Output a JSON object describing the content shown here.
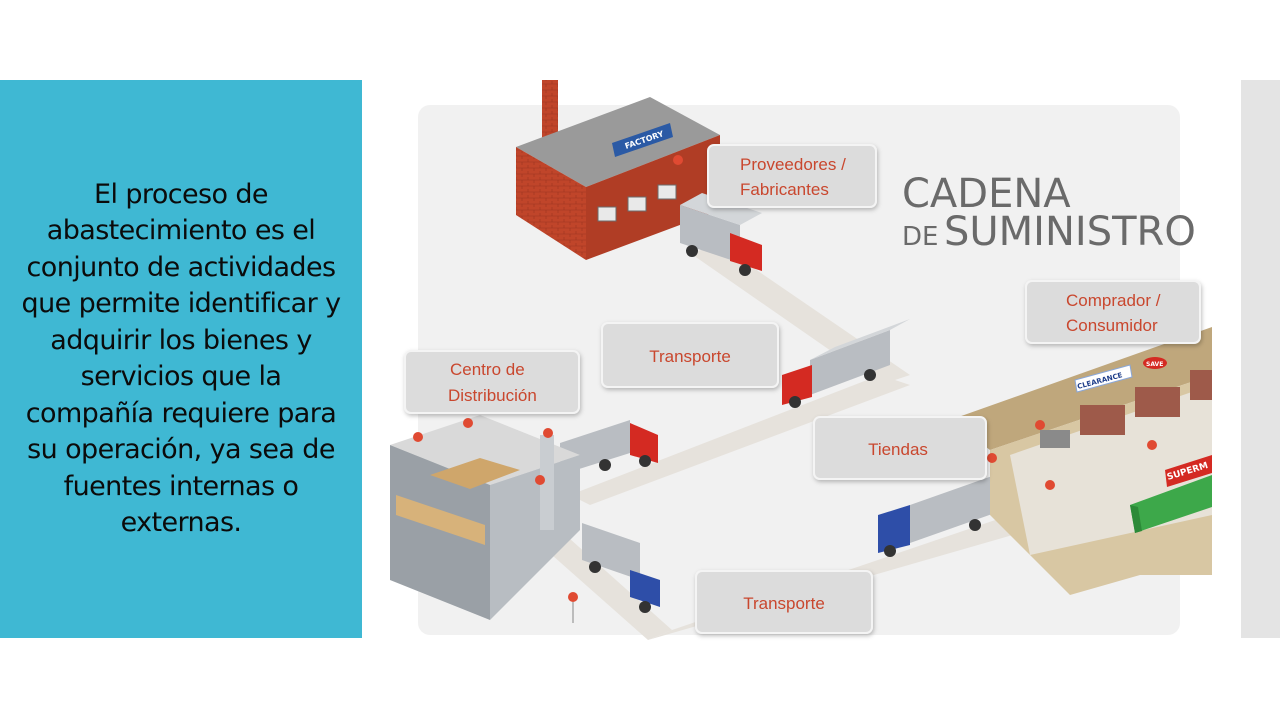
{
  "slide": {
    "body_text": "El proceso de abastecimiento es el conjunto de actividades que permite identificar y adquirir los bienes y servicios que la compañía requiere para su operación, ya sea de fuentes internas o externas."
  },
  "diagram": {
    "title_line1": "CADENA",
    "title_line2_prefix": "DE",
    "title_line2_main": "SUMINISTRO",
    "factory_sign": "FACTORY",
    "store_signs": [
      "CLEARANCE",
      "SAVE",
      "SUPERM"
    ],
    "labels": {
      "suppliers": [
        "Proveedores /",
        "Fabricantes"
      ],
      "transport_top": "Transporte",
      "distribution": [
        "Centro de",
        "Distribución"
      ],
      "stores": "Tiendas",
      "consumer": [
        "Comprador /",
        "Consumidor"
      ],
      "transport_bottom": "Transporte"
    },
    "colors": {
      "panel": "#3fb8d3",
      "label_text": "#c9472e",
      "brick": "#c0452a",
      "truck_red": "#d42a22",
      "truck_blue": "#2e4ea8",
      "road": "#e6e2dc",
      "backdrop": "#f1f1f1"
    }
  }
}
